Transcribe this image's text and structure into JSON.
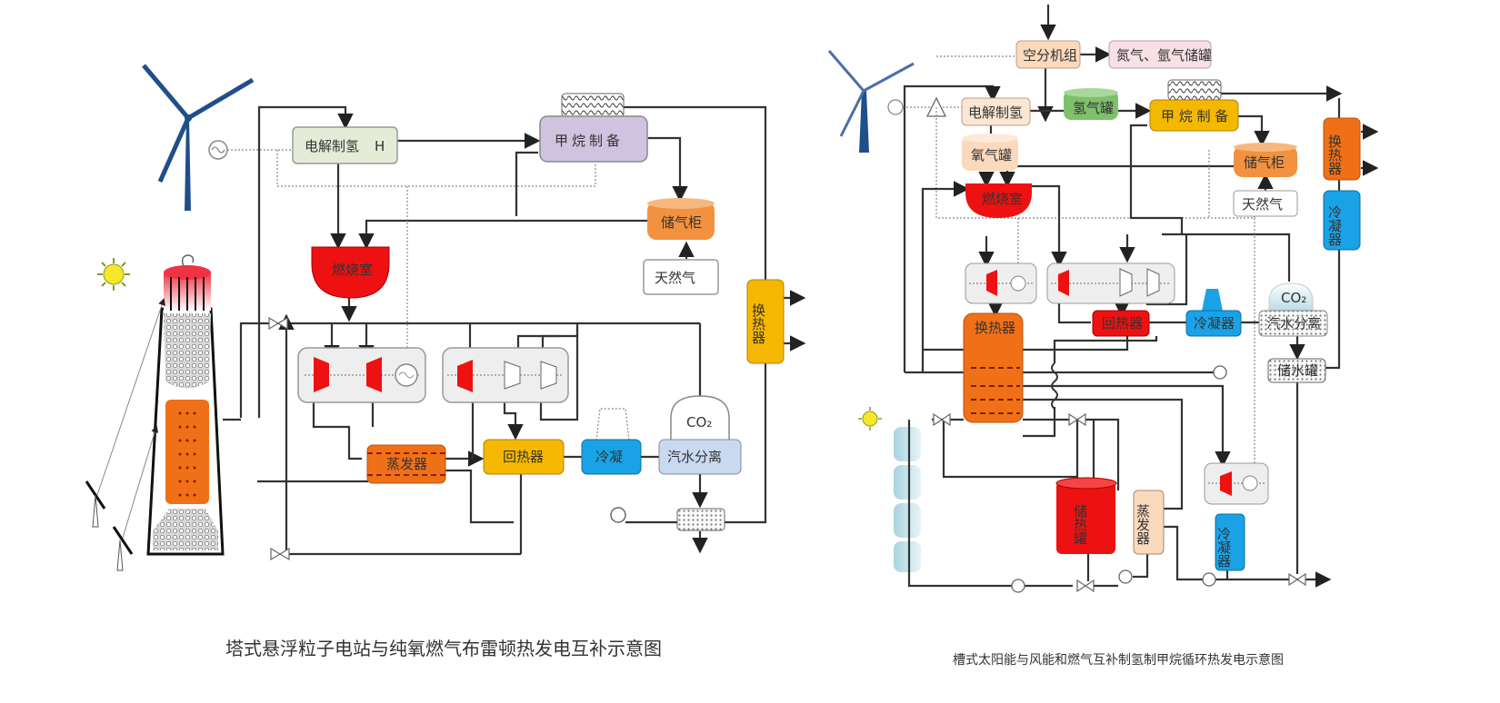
{
  "diagram_left": {
    "title": "塔式悬浮粒子电站与纯氧燃气布雷顿热发电互补示意图",
    "components": {
      "electrolysis": "电解制氢",
      "electrolysis_mark": "H",
      "methane_prep": "甲烷制备",
      "gas_holder": "储气柜",
      "natural_gas": "天然气",
      "combustor": "燃烧室",
      "heat_exchanger": "换热器",
      "evaporator": "蒸发器",
      "regenerator": "回热器",
      "condenser": "冷凝",
      "separator": "汽水分离",
      "co2": "CO₂"
    }
  },
  "diagram_right": {
    "title": "槽式太阳能与风能和燃气互补制氢制甲烷循环热发电示意图",
    "components": {
      "air_separation": "空分机组",
      "n2_ar_storage": "氮气、氩气储罐",
      "electrolysis": "电解制氢",
      "h2_tank": "氢气罐",
      "o2_tank": "氧气罐",
      "methane_prep": "甲 烷 制 备",
      "gas_holder": "储气柜",
      "natural_gas": "天然气",
      "combustor": "燃烧室",
      "heat_exchanger_top": "换热器",
      "condenser_top": "冷凝器",
      "heat_exchanger_main": "换热器",
      "regenerator": "回热器",
      "condenser_mid": "冷凝器",
      "separator": "汽水分离",
      "co2": "CO₂",
      "water_tank": "储水罐",
      "heat_storage": "储热罐",
      "evaporator": "蒸发器",
      "condenser_bottom": "冷凝器"
    }
  },
  "colors": {
    "electrolysis_left": "#e4ecd8",
    "methane_left": "#cfc3e0",
    "gas_holder": "#f2913f",
    "combustor": "#ee1111",
    "heat_exchanger_yellow": "#f5b800",
    "evaporator_orange": "#f07018",
    "condenser_blue": "#1aa2e6",
    "separator_lightblue": "#c9d9f0",
    "peach": "#fbd9bd",
    "pink": "#f7e1e6",
    "green_tank": "#7fc06a",
    "turbine_red": "#ee1111",
    "wind_blue": "#1f4f8a"
  }
}
